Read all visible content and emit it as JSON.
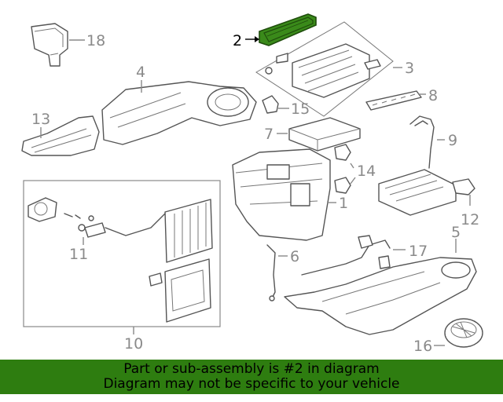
{
  "diagram": {
    "highlight_color": "#3a8a1a",
    "callouts": [
      {
        "id": "1",
        "label": "1"
      },
      {
        "id": "2",
        "label": "2",
        "highlighted": true
      },
      {
        "id": "3",
        "label": "3"
      },
      {
        "id": "4",
        "label": "4"
      },
      {
        "id": "5",
        "label": "5"
      },
      {
        "id": "6",
        "label": "6"
      },
      {
        "id": "7",
        "label": "7"
      },
      {
        "id": "8",
        "label": "8"
      },
      {
        "id": "9",
        "label": "9"
      },
      {
        "id": "10",
        "label": "10"
      },
      {
        "id": "11",
        "label": "11"
      },
      {
        "id": "12",
        "label": "12"
      },
      {
        "id": "13",
        "label": "13"
      },
      {
        "id": "14",
        "label": "14"
      },
      {
        "id": "15",
        "label": "15"
      },
      {
        "id": "16",
        "label": "16"
      },
      {
        "id": "17",
        "label": "17"
      },
      {
        "id": "18",
        "label": "18"
      }
    ]
  },
  "banner": {
    "line1": "Part or sub-assembly is #2 in diagram",
    "line2": "Diagram may not be specific to your vehicle",
    "background": "#2e7d10"
  }
}
